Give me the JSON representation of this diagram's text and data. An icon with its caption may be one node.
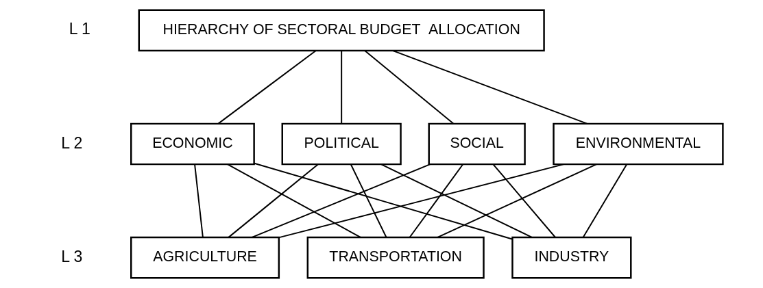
{
  "diagram": {
    "nodes": [
      {
        "text": [
          "HIERARCHY OF SECTORAL BUDGET  ALLOCATION"
        ]
      },
      {
        "text": [
          "ECONOMIC"
        ]
      },
      {
        "text": [
          "POLITICAL"
        ]
      },
      {
        "text": [
          "SOCIAL"
        ]
      },
      {
        "text": [
          "ENVIRONMENTAL"
        ]
      },
      {
        "text": [
          "AGRICULTURE"
        ]
      },
      {
        "text": [
          "TRANSPORTATION"
        ]
      },
      {
        "text": [
          "INDUSTRY"
        ]
      }
    ],
    "edges": [
      {
        "from": 0,
        "to": 1,
        "arrow": "none"
      },
      {
        "from": 0,
        "to": 2,
        "arrow": "none"
      },
      {
        "from": 0,
        "to": 3,
        "arrow": "none"
      },
      {
        "from": 0,
        "to": 4,
        "arrow": "none"
      },
      {
        "from": 1,
        "to": 5,
        "arrow": "none"
      },
      {
        "from": 1,
        "to": 6,
        "arrow": "none"
      },
      {
        "from": 1,
        "to": 7,
        "arrow": "none"
      },
      {
        "from": 2,
        "to": 5,
        "arrow": "none"
      },
      {
        "from": 2,
        "to": 6,
        "arrow": "none"
      },
      {
        "from": 2,
        "to": 7,
        "arrow": "none"
      },
      {
        "from": 3,
        "to": 5,
        "arrow": "none"
      },
      {
        "from": 3,
        "to": 6,
        "arrow": "none"
      },
      {
        "from": 3,
        "to": 7,
        "arrow": "none"
      },
      {
        "from": 4,
        "to": 5,
        "arrow": "none"
      },
      {
        "from": 4,
        "to": 6,
        "arrow": "none"
      },
      {
        "from": 4,
        "to": 7,
        "arrow": "none"
      }
    ],
    "labels": [
      "L 1",
      "L 2",
      "L 3"
    ]
  }
}
